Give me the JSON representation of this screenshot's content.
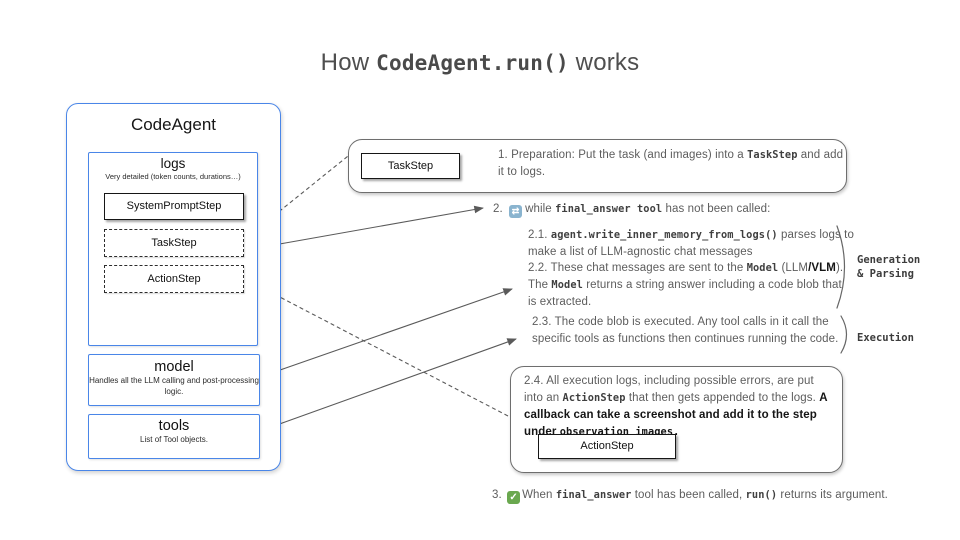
{
  "title": {
    "prefix": "How ",
    "code": "CodeAgent.run()",
    "suffix": " works"
  },
  "agent": {
    "title": "CodeAgent",
    "logs": {
      "title": "logs",
      "subtitle": "Very detailed (token counts, durations…)",
      "items": [
        {
          "label": "SystemPromptStep",
          "style": "solid"
        },
        {
          "label": "TaskStep",
          "style": "dashed"
        },
        {
          "label": "ActionStep",
          "style": "dashed"
        }
      ]
    },
    "model": {
      "title": "model",
      "subtitle": "Handles all the LLM calling and post-processing logic."
    },
    "tools": {
      "title": "tools",
      "subtitle": "List of Tool objects."
    }
  },
  "flow": {
    "step1": {
      "box_label": "TaskStep",
      "number": "1. ",
      "t1": "Preparation: Put the task (and images) into a ",
      "c1": "TaskStep",
      "t2": " and add it to logs."
    },
    "step2": {
      "number": "2. ",
      "t1": "while ",
      "c1": "final_answer tool",
      "t2": " has not been called:"
    },
    "step2_1": {
      "number": "2.1. ",
      "c1": "agent.write_inner_memory_from_logs()",
      "t1": " parses logs to make a list of LLM-agnostic chat messages"
    },
    "step2_2": {
      "number": "2.2. ",
      "t1": "These chat messages are sent to the ",
      "c1": "Model",
      "t2": " (LLM",
      "b1": "/VLM",
      "t3": "). The ",
      "c2": "Model",
      "t4": "  returns a string answer including a code blob that is extracted."
    },
    "step2_3": {
      "number": "2.3. ",
      "t1": "The code blob is executed. Any tool calls in it call the specific tools as functions then continues running the code."
    },
    "step2_4": {
      "number": "2.4. ",
      "t1": "All execution logs, including possible errors, are put into an ",
      "c1": "ActionStep",
      "t2": " that then gets appended to the logs. ",
      "b1": "A callback can  take a screenshot and add it to the step under ",
      "c2": "observation_images.",
      "box_label": "ActionStep"
    },
    "step3": {
      "number": "3. ",
      "t1": "When ",
      "c1": "final_answer",
      "t2": " tool has been called, ",
      "c2": "run()",
      "t3": " returns its argument."
    }
  },
  "side_labels": {
    "generation_line1": "Generation",
    "generation_line2": "& Parsing",
    "execution": "Execution"
  },
  "icons": {
    "repeat": {
      "glyph": "⇄"
    },
    "check": {
      "glyph": "✓"
    }
  },
  "colors": {
    "accent_blue": "#4a86e8",
    "text_gray": "#5d5d5d",
    "mono_gray": "#3f3f3f",
    "repeat_icon_bg": "#8ab4cf",
    "check_icon_bg": "#6aa84f"
  }
}
